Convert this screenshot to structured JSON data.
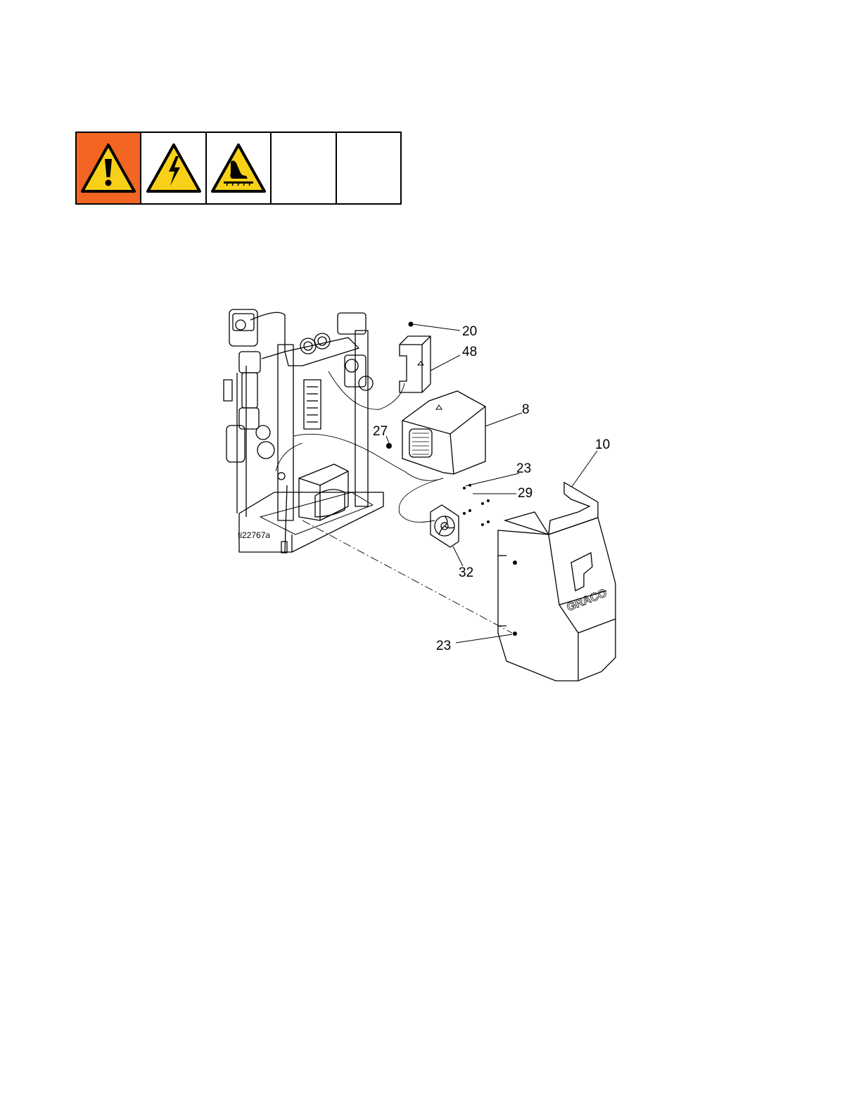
{
  "colors": {
    "accent": "#f26522",
    "warning_yellow": "#f7d117"
  },
  "warning_icons": [
    {
      "name": "general-warning-icon"
    },
    {
      "name": "electric-shock-icon"
    },
    {
      "name": "hot-surface-icon"
    },
    {
      "name": ""
    },
    {
      "name": ""
    }
  ],
  "figure": {
    "reference_code": "ti22767a",
    "brand_logo": "GRACO",
    "callouts": {
      "c20": "20",
      "c48": "48",
      "c8": "8",
      "c27": "27",
      "c10": "10",
      "c23a": "23",
      "c29": "29",
      "c32": "32",
      "c23b": "23"
    }
  }
}
